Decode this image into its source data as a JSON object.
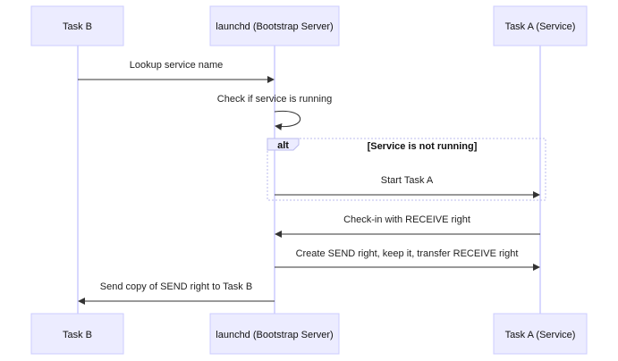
{
  "participants": {
    "task_b": "Task B",
    "launchd": "launchd (Bootstrap Server)",
    "task_a": "Task A (Service)"
  },
  "messages": [
    {
      "from": "task_b",
      "to": "launchd",
      "label": "Lookup service name"
    },
    {
      "from": "launchd",
      "to": "launchd",
      "label": "Check if service is running"
    },
    {
      "from": "launchd",
      "to": "task_a",
      "label": "Start Task A"
    },
    {
      "from": "task_a",
      "to": "launchd",
      "label": "Check-in with RECEIVE right"
    },
    {
      "from": "launchd",
      "to": "task_a",
      "label": "Create SEND right, keep it, transfer RECEIVE right"
    },
    {
      "from": "launchd",
      "to": "task_b",
      "label": "Send copy of SEND right to Task B"
    }
  ],
  "alt_block": {
    "keyword": "alt",
    "condition": "[Service is not running]"
  },
  "colors": {
    "actor_fill": "#ECECFF",
    "actor_stroke": "#CCCCFF",
    "line": "#333333"
  }
}
